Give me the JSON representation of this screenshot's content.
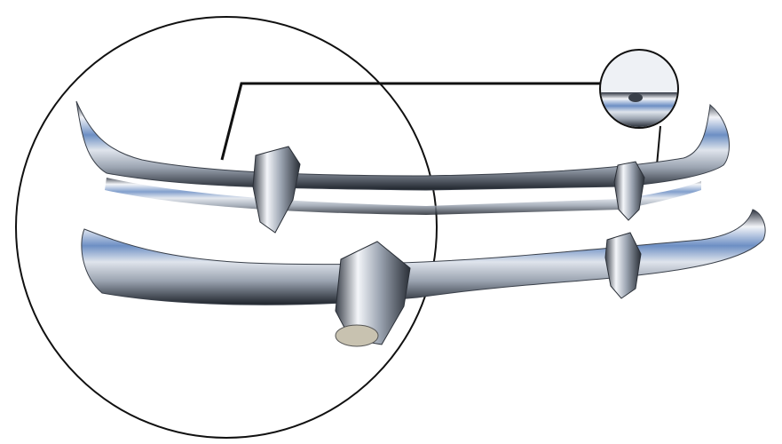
{
  "image": {
    "subject": "chrome-bumpers",
    "colors": {
      "background": "#ffffff",
      "outline": "#111111",
      "chrome_light": "#f2f4f8",
      "chrome_mid": "#9aa3b0",
      "chrome_dark": "#2e3440",
      "sky_reflection": "#6d8fc4"
    },
    "parts": [
      "upper-bumper",
      "lower-bumper",
      "bumper-guard",
      "magnifier-circle",
      "detail-callout-circle"
    ]
  }
}
